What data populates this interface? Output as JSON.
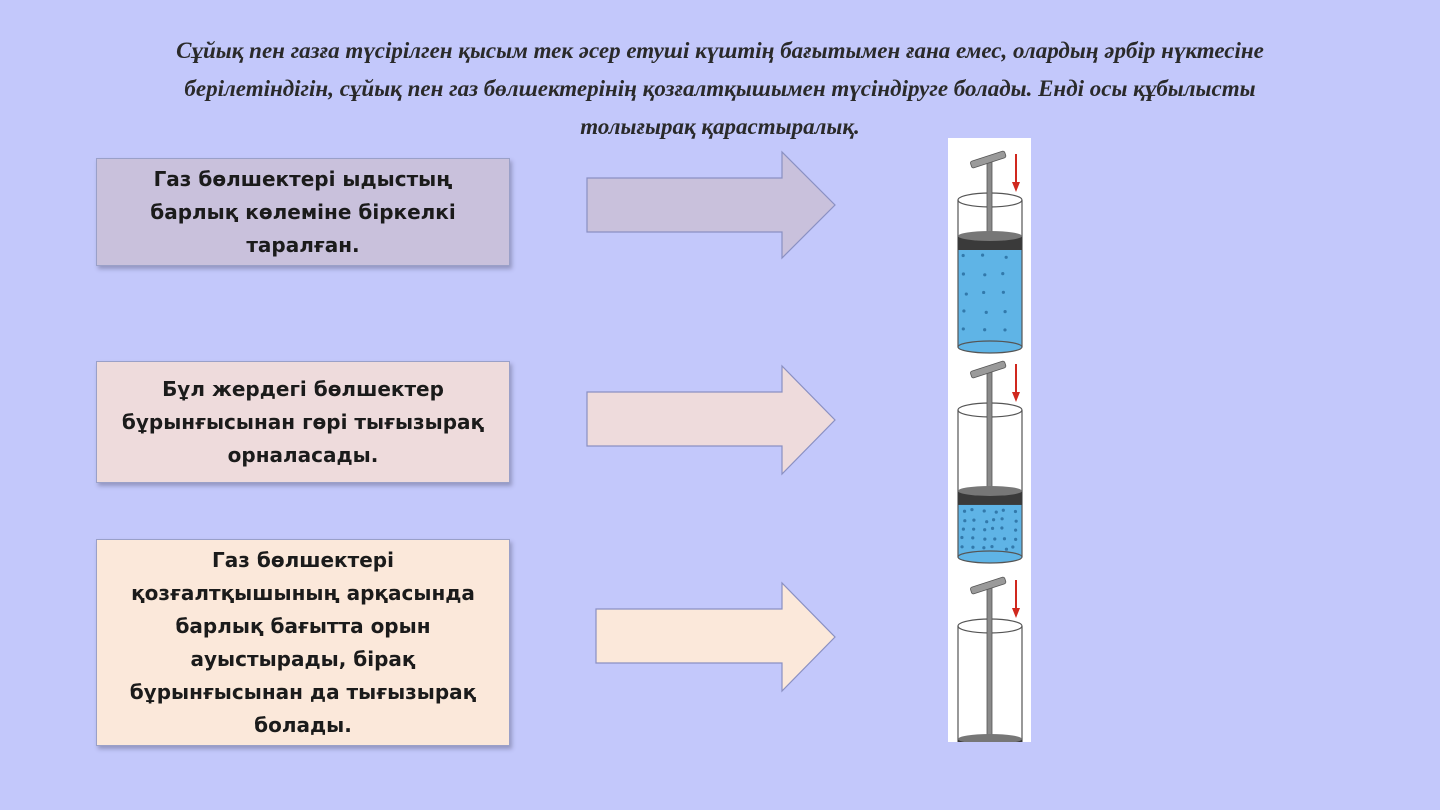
{
  "slide": {
    "title": "Сұйық пен газға түсірілген қысым тек әсер етуші күштің бағытымен ғана емес, олардың әрбір нүктесіне берілетіндігін, сұйық пен газ бөлшектерінің қозғалтқышымен түсіндіруге болады. Енді осы құбылысты толығырақ қарастыралық.",
    "steps": [
      {
        "text": "Газ бөлшектері ыдыстың барлық көлеміне біркелкі таралған.",
        "color": "#c9c1dc"
      },
      {
        "text": "Бұл жердегі бөлшектер бұрынғысынан гөрі тығызырақ орналасады.",
        "color": "#eedbdc"
      },
      {
        "text": "Газ бөлшектері қозғалтқышының арқасында барлық бағытта орын ауыстырады, бірақ бұрынғысынан да тығызырақ болады.",
        "color": "#fbe8da"
      }
    ],
    "colors": {
      "background": "#c3c8fb",
      "liquid": "#5fb4e6",
      "piston": "#3a3a3a",
      "force_arrow": "#d0281e"
    },
    "cylinders": [
      {
        "piston_level": 0.0
      },
      {
        "piston_level": 0.42
      },
      {
        "piston_level": 0.72
      }
    ]
  }
}
